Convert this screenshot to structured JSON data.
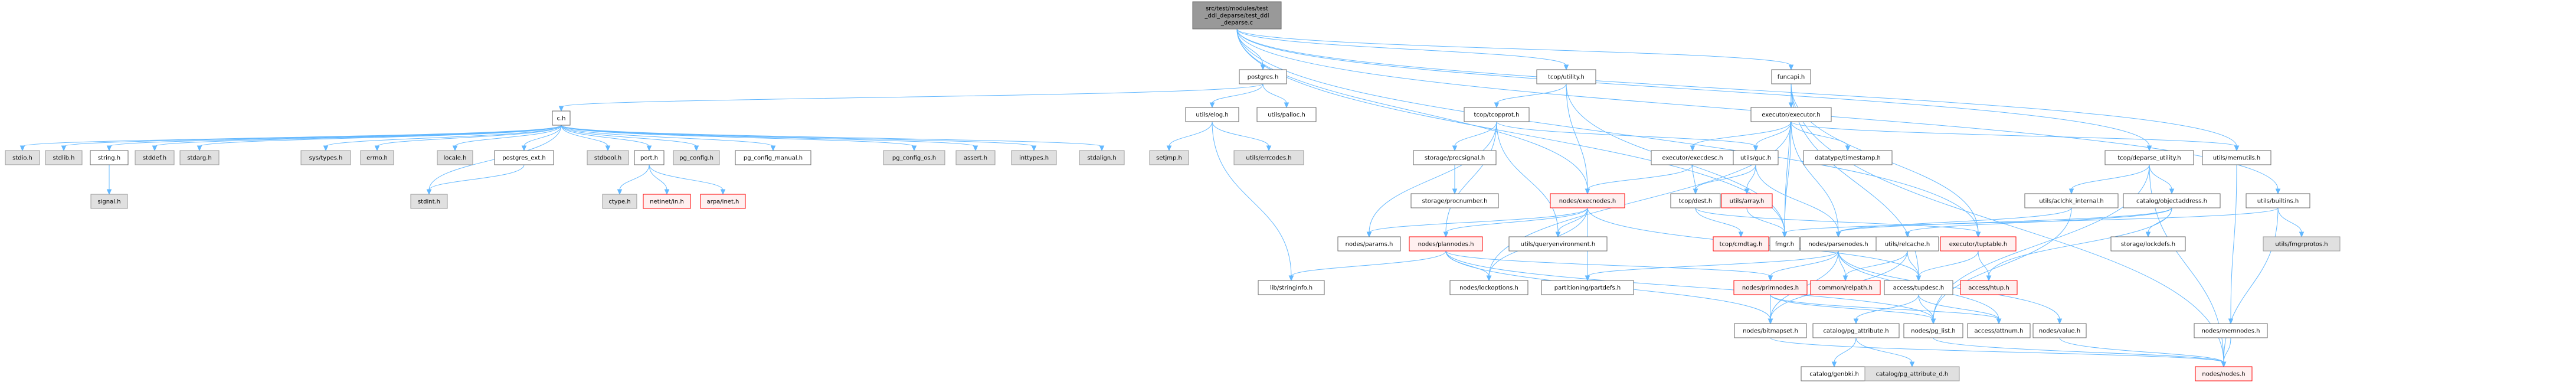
{
  "title": "src/test/modules/test_ddl_deparse/test_ddl_deparse.c",
  "colors": {
    "root_fill": "#999999",
    "normal_fill": "#ffffff",
    "normal_stroke": "#666666",
    "system_fill": "#e0e0e0",
    "system_stroke": "#999999",
    "truncated_fill": "#fff0f0",
    "truncated_stroke": "#ff0000",
    "edge": "#63b8ff"
  },
  "nodes": [
    {
      "id": "root",
      "label": [
        "src/test/modules/test",
        "_ddl_deparse/test_ddl",
        "_deparse.c"
      ],
      "kind": "root"
    },
    {
      "id": "postgres",
      "label": [
        "postgres.h"
      ],
      "kind": "normal"
    },
    {
      "id": "c",
      "label": [
        "c.h"
      ],
      "kind": "normal"
    },
    {
      "id": "stdio",
      "label": [
        "stdio.h"
      ],
      "kind": "system"
    },
    {
      "id": "stdlib",
      "label": [
        "stdlib.h"
      ],
      "kind": "system"
    },
    {
      "id": "string",
      "label": [
        "string.h"
      ],
      "kind": "normal"
    },
    {
      "id": "signal",
      "label": [
        "signal.h"
      ],
      "kind": "system"
    },
    {
      "id": "stddef",
      "label": [
        "stddef.h"
      ],
      "kind": "system"
    },
    {
      "id": "stdarg",
      "label": [
        "stdarg.h"
      ],
      "kind": "system"
    },
    {
      "id": "systypes",
      "label": [
        "sys/types.h"
      ],
      "kind": "system"
    },
    {
      "id": "errno",
      "label": [
        "errno.h"
      ],
      "kind": "system"
    },
    {
      "id": "locale",
      "label": [
        "locale.h"
      ],
      "kind": "system"
    },
    {
      "id": "postgres_ext",
      "label": [
        "postgres_ext.h"
      ],
      "kind": "normal"
    },
    {
      "id": "stdint",
      "label": [
        "stdint.h"
      ],
      "kind": "system"
    },
    {
      "id": "stdbool",
      "label": [
        "stdbool.h"
      ],
      "kind": "system"
    },
    {
      "id": "port",
      "label": [
        "port.h"
      ],
      "kind": "normal"
    },
    {
      "id": "ctype",
      "label": [
        "ctype.h"
      ],
      "kind": "system"
    },
    {
      "id": "netinet",
      "label": [
        "netinet/in.h"
      ],
      "kind": "truncated"
    },
    {
      "id": "arpa",
      "label": [
        "arpa/inet.h"
      ],
      "kind": "truncated"
    },
    {
      "id": "pg_config",
      "label": [
        "pg_config.h"
      ],
      "kind": "system"
    },
    {
      "id": "pg_config_manual",
      "label": [
        "pg_config_manual.h"
      ],
      "kind": "normal"
    },
    {
      "id": "pg_config_os",
      "label": [
        "pg_config_os.h"
      ],
      "kind": "system"
    },
    {
      "id": "assert",
      "label": [
        "assert.h"
      ],
      "kind": "system"
    },
    {
      "id": "inttypes",
      "label": [
        "inttypes.h"
      ],
      "kind": "system"
    },
    {
      "id": "stdalign",
      "label": [
        "stdalign.h"
      ],
      "kind": "system"
    },
    {
      "id": "elog",
      "label": [
        "utils/elog.h"
      ],
      "kind": "normal"
    },
    {
      "id": "palloc",
      "label": [
        "utils/palloc.h"
      ],
      "kind": "normal"
    },
    {
      "id": "setjmp",
      "label": [
        "setjmp.h"
      ],
      "kind": "system"
    },
    {
      "id": "errcodes",
      "label": [
        "utils/errcodes.h"
      ],
      "kind": "system"
    },
    {
      "id": "stringinfo",
      "label": [
        "lib/stringinfo.h"
      ],
      "kind": "normal"
    },
    {
      "id": "utility",
      "label": [
        "tcop/utility.h"
      ],
      "kind": "normal"
    },
    {
      "id": "tcopprot",
      "label": [
        "tcop/tcopprot.h"
      ],
      "kind": "normal"
    },
    {
      "id": "procsignal",
      "label": [
        "storage/procsignal.h"
      ],
      "kind": "normal"
    },
    {
      "id": "procnumber",
      "label": [
        "storage/procnumber.h"
      ],
      "kind": "normal"
    },
    {
      "id": "execnodes",
      "label": [
        "nodes/execnodes.h"
      ],
      "kind": "truncated"
    },
    {
      "id": "params",
      "label": [
        "nodes/params.h"
      ],
      "kind": "normal"
    },
    {
      "id": "plannodes",
      "label": [
        "nodes/plannodes.h"
      ],
      "kind": "truncated"
    },
    {
      "id": "queryenv",
      "label": [
        "utils/queryenvironment.h"
      ],
      "kind": "normal"
    },
    {
      "id": "lockoptions",
      "label": [
        "nodes/lockoptions.h"
      ],
      "kind": "normal"
    },
    {
      "id": "partdefs",
      "label": [
        "partitioning/partdefs.h"
      ],
      "kind": "normal"
    },
    {
      "id": "funcapi",
      "label": [
        "funcapi.h"
      ],
      "kind": "normal"
    },
    {
      "id": "executor",
      "label": [
        "executor/executor.h"
      ],
      "kind": "normal"
    },
    {
      "id": "execdesc",
      "label": [
        "executor/execdesc.h"
      ],
      "kind": "normal"
    },
    {
      "id": "guc",
      "label": [
        "utils/guc.h"
      ],
      "kind": "normal"
    },
    {
      "id": "timestamp",
      "label": [
        "datatype/timestamp.h"
      ],
      "kind": "normal"
    },
    {
      "id": "dest",
      "label": [
        "tcop/dest.h"
      ],
      "kind": "normal"
    },
    {
      "id": "array",
      "label": [
        "utils/array.h"
      ],
      "kind": "truncated"
    },
    {
      "id": "cmdtag",
      "label": [
        "tcop/cmdtag.h"
      ],
      "kind": "truncated"
    },
    {
      "id": "fmgr",
      "label": [
        "fmgr.h"
      ],
      "kind": "normal"
    },
    {
      "id": "parsenodes",
      "label": [
        "nodes/parsenodes.h"
      ],
      "kind": "normal"
    },
    {
      "id": "relcache",
      "label": [
        "utils/relcache.h"
      ],
      "kind": "normal"
    },
    {
      "id": "tuptable",
      "label": [
        "executor/tuptable.h"
      ],
      "kind": "truncated"
    },
    {
      "id": "primnodes",
      "label": [
        "nodes/primnodes.h"
      ],
      "kind": "truncated"
    },
    {
      "id": "relpath",
      "label": [
        "common/relpath.h"
      ],
      "kind": "truncated"
    },
    {
      "id": "tupdesc",
      "label": [
        "access/tupdesc.h"
      ],
      "kind": "normal"
    },
    {
      "id": "htup",
      "label": [
        "access/htup.h"
      ],
      "kind": "truncated"
    },
    {
      "id": "bitmapset",
      "label": [
        "nodes/bitmapset.h"
      ],
      "kind": "normal"
    },
    {
      "id": "pg_attribute",
      "label": [
        "catalog/pg_attribute.h"
      ],
      "kind": "normal"
    },
    {
      "id": "pg_list",
      "label": [
        "nodes/pg_list.h"
      ],
      "kind": "normal"
    },
    {
      "id": "attnum",
      "label": [
        "access/attnum.h"
      ],
      "kind": "normal"
    },
    {
      "id": "value",
      "label": [
        "nodes/value.h"
      ],
      "kind": "normal"
    },
    {
      "id": "genbki",
      "label": [
        "catalog/genbki.h"
      ],
      "kind": "normal"
    },
    {
      "id": "pg_attribute_d",
      "label": [
        "catalog/pg_attribute_d.h"
      ],
      "kind": "system"
    },
    {
      "id": "deparse_utility",
      "label": [
        "tcop/deparse_utility.h"
      ],
      "kind": "normal"
    },
    {
      "id": "memutils",
      "label": [
        "utils/memutils.h"
      ],
      "kind": "normal"
    },
    {
      "id": "aclchk",
      "label": [
        "utils/aclchk_internal.h"
      ],
      "kind": "normal"
    },
    {
      "id": "objectaddress",
      "label": [
        "catalog/objectaddress.h"
      ],
      "kind": "normal"
    },
    {
      "id": "lockdefs",
      "label": [
        "storage/lockdefs.h"
      ],
      "kind": "normal"
    },
    {
      "id": "builtins",
      "label": [
        "utils/builtins.h"
      ],
      "kind": "normal"
    },
    {
      "id": "fmgrprotos",
      "label": [
        "utils/fmgrprotos.h"
      ],
      "kind": "system"
    },
    {
      "id": "memnodes",
      "label": [
        "nodes/memnodes.h"
      ],
      "kind": "normal"
    },
    {
      "id": "nodes",
      "label": [
        "nodes/nodes.h"
      ],
      "kind": "truncated"
    }
  ],
  "edges": [
    [
      "root",
      "postgres"
    ],
    [
      "root",
      "utility"
    ],
    [
      "root",
      "funcapi"
    ],
    [
      "root",
      "execnodes"
    ],
    [
      "root",
      "deparse_utility"
    ],
    [
      "root",
      "builtins"
    ],
    [
      "root",
      "memutils"
    ],
    [
      "root",
      "tuptable"
    ],
    [
      "root",
      "fmgr"
    ],
    [
      "postgres",
      "c"
    ],
    [
      "postgres",
      "elog"
    ],
    [
      "postgres",
      "palloc"
    ],
    [
      "c",
      "stdio"
    ],
    [
      "c",
      "stdlib"
    ],
    [
      "c",
      "string"
    ],
    [
      "c",
      "stddef"
    ],
    [
      "c",
      "stdarg"
    ],
    [
      "c",
      "systypes"
    ],
    [
      "c",
      "errno"
    ],
    [
      "c",
      "locale"
    ],
    [
      "c",
      "postgres_ext"
    ],
    [
      "c",
      "stdbool"
    ],
    [
      "c",
      "port"
    ],
    [
      "c",
      "pg_config"
    ],
    [
      "c",
      "pg_config_manual"
    ],
    [
      "c",
      "pg_config_os"
    ],
    [
      "c",
      "assert"
    ],
    [
      "c",
      "inttypes"
    ],
    [
      "c",
      "stdalign"
    ],
    [
      "c",
      "stdint"
    ],
    [
      "string",
      "signal"
    ],
    [
      "postgres_ext",
      "stdint"
    ],
    [
      "port",
      "ctype"
    ],
    [
      "port",
      "netinet"
    ],
    [
      "port",
      "arpa"
    ],
    [
      "elog",
      "setjmp"
    ],
    [
      "elog",
      "errcodes"
    ],
    [
      "elog",
      "stringinfo"
    ],
    [
      "utility",
      "tcopprot"
    ],
    [
      "utility",
      "execnodes"
    ],
    [
      "utility",
      "fmgr"
    ],
    [
      "tcopprot",
      "procsignal"
    ],
    [
      "tcopprot",
      "params"
    ],
    [
      "tcopprot",
      "plannodes"
    ],
    [
      "tcopprot",
      "guc"
    ],
    [
      "tcopprot",
      "queryenv"
    ],
    [
      "procsignal",
      "procnumber"
    ],
    [
      "execnodes",
      "params"
    ],
    [
      "execnodes",
      "plannodes"
    ],
    [
      "execnodes",
      "queryenv"
    ],
    [
      "execnodes",
      "partdefs"
    ],
    [
      "execnodes",
      "tupdesc"
    ],
    [
      "execnodes",
      "lockoptions"
    ],
    [
      "plannodes",
      "stringinfo"
    ],
    [
      "plannodes",
      "lockoptions"
    ],
    [
      "plannodes",
      "primnodes"
    ],
    [
      "plannodes",
      "bitmapset"
    ],
    [
      "plannodes",
      "pg_list"
    ],
    [
      "funcapi",
      "executor"
    ],
    [
      "funcapi",
      "fmgr"
    ],
    [
      "funcapi",
      "tupdesc"
    ],
    [
      "funcapi",
      "tuptable"
    ],
    [
      "funcapi",
      "nodes"
    ],
    [
      "executor",
      "execdesc"
    ],
    [
      "executor",
      "guc"
    ],
    [
      "executor",
      "timestamp"
    ],
    [
      "executor",
      "parsenodes"
    ],
    [
      "executor",
      "fmgr"
    ],
    [
      "executor",
      "lockoptions"
    ],
    [
      "executor",
      "memutils"
    ],
    [
      "execdesc",
      "execnodes"
    ],
    [
      "execdesc",
      "dest"
    ],
    [
      "guc",
      "dest"
    ],
    [
      "guc",
      "array"
    ],
    [
      "guc",
      "parsenodes"
    ],
    [
      "dest",
      "cmdtag"
    ],
    [
      "dest",
      "tuptable"
    ],
    [
      "array",
      "fmgr"
    ],
    [
      "parsenodes",
      "primnodes"
    ],
    [
      "parsenodes",
      "relpath"
    ],
    [
      "parsenodes",
      "bitmapset"
    ],
    [
      "parsenodes",
      "partdefs"
    ],
    [
      "parsenodes",
      "value"
    ],
    [
      "parsenodes",
      "attnum"
    ],
    [
      "relcache",
      "relpath"
    ],
    [
      "relcache",
      "tupdesc"
    ],
    [
      "relcache",
      "bitmapset"
    ],
    [
      "tuptable",
      "tupdesc"
    ],
    [
      "tuptable",
      "htup"
    ],
    [
      "primnodes",
      "bitmapset"
    ],
    [
      "primnodes",
      "pg_list"
    ],
    [
      "primnodes",
      "attnum"
    ],
    [
      "tupdesc",
      "pg_attribute"
    ],
    [
      "tupdesc",
      "pg_list"
    ],
    [
      "tupdesc",
      "attnum"
    ],
    [
      "pg_attribute",
      "genbki"
    ],
    [
      "pg_attribute",
      "pg_attribute_d"
    ],
    [
      "bitmapset",
      "nodes"
    ],
    [
      "pg_list",
      "nodes"
    ],
    [
      "value",
      "nodes"
    ],
    [
      "deparse_utility",
      "aclchk"
    ],
    [
      "deparse_utility",
      "objectaddress"
    ],
    [
      "deparse_utility",
      "nodes"
    ],
    [
      "deparse_utility",
      "pg_list"
    ],
    [
      "aclchk",
      "parsenodes"
    ],
    [
      "aclchk",
      "pg_list"
    ],
    [
      "objectaddress",
      "lockdefs"
    ],
    [
      "objectaddress",
      "relcache"
    ],
    [
      "objectaddress",
      "parsenodes"
    ],
    [
      "objectaddress",
      "htup"
    ],
    [
      "builtins",
      "fmgr"
    ],
    [
      "builtins",
      "fmgrprotos"
    ],
    [
      "builtins",
      "nodes"
    ],
    [
      "memutils",
      "memnodes"
    ],
    [
      "memnodes",
      "nodes"
    ]
  ]
}
